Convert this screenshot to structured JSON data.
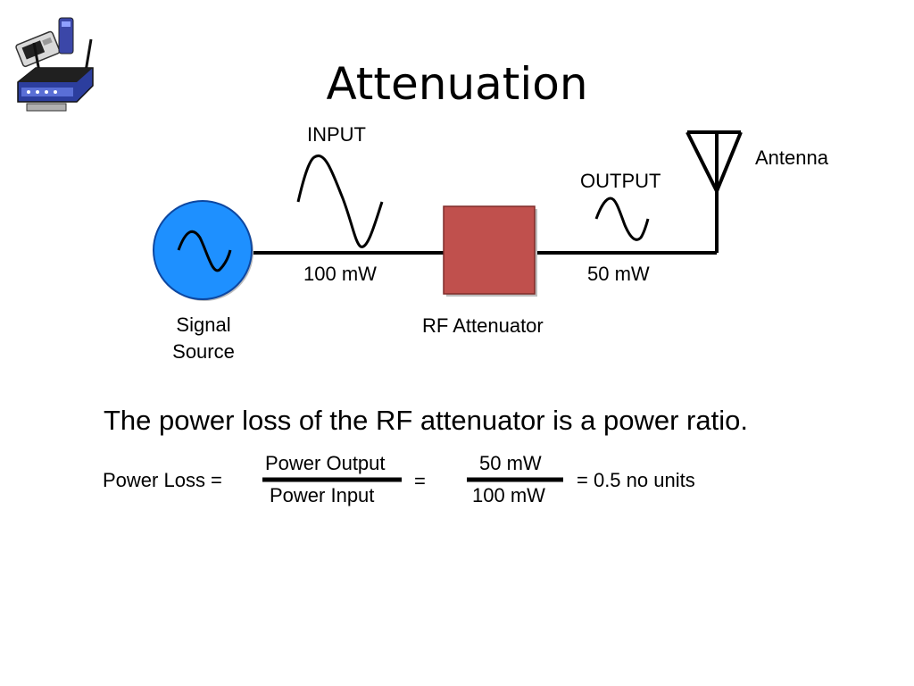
{
  "slide": {
    "title": "Attenuation"
  },
  "diagram": {
    "input_label": "INPUT",
    "output_label": "OUTPUT",
    "antenna_label": "Antenna",
    "input_power": "100 mW",
    "output_power": "50 mW",
    "source_label_line1": "Signal",
    "source_label_line2": "Source",
    "attenuator_label": "RF Attenuator",
    "colors": {
      "source_fill": "#1e90ff",
      "attenuator_fill": "#c0504d",
      "wire": "#000000"
    }
  },
  "statement": "The  power loss of the RF attenuator is a power ratio.",
  "equation": {
    "lhs": "Power Loss =",
    "frac1_num": "Power Output",
    "frac1_den": "Power Input",
    "eq_sign": "=",
    "frac2_num": "50 mW",
    "frac2_den": "100 mW",
    "result": "=  0.5 no units"
  },
  "icons": {
    "logo": "wireless-router-and-cards-icon"
  }
}
